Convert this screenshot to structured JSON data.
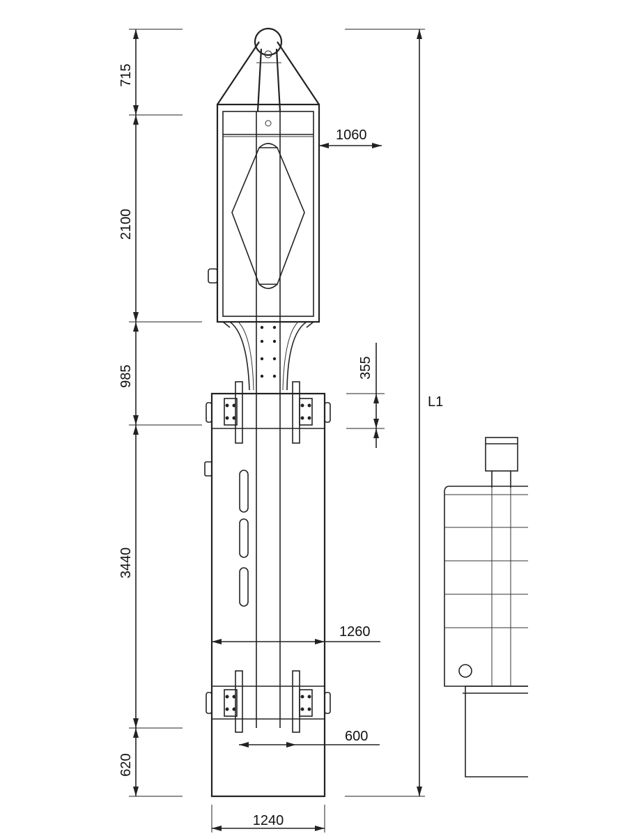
{
  "dimensions": {
    "top_lifting_height": "715",
    "cage_height": "2100",
    "cage_width_arrow": "1060",
    "transition_height": "985",
    "hole_spacing": "355",
    "main_body_height": "3440",
    "body_width": "1260",
    "clamp_spacing": "600",
    "bottom_height": "620",
    "base_width": "1240",
    "total_length": "L1"
  }
}
